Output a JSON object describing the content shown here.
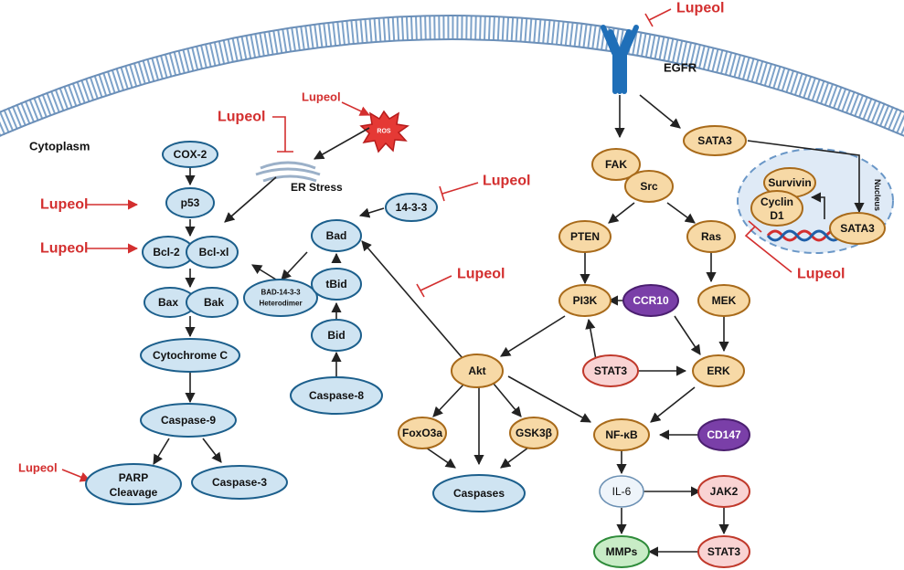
{
  "labels": {
    "cytoplasm": "Cytoplasm",
    "egfr": "EGFR",
    "er_stress": "ER Stress",
    "nucleus": "Nucleus",
    "ros": "ROS"
  },
  "inhibitor": "Lupeol",
  "nodes": {
    "cox2": "COX-2",
    "p53": "p53",
    "bcl2": "Bcl-2",
    "bclxl": "Bcl-xl",
    "bax": "Bax",
    "bak": "Bak",
    "cytochrome_c": "Cytochrome C",
    "caspase9": "Caspase-9",
    "parp_line1": "PARP",
    "parp_line2": "Cleavage",
    "caspase3": "Caspase-3",
    "bad14_line1": "BAD-14-3-3",
    "bad14_line2": "Heterodimer",
    "n1433": "14-3-3",
    "bad": "Bad",
    "tbid": "tBid",
    "bid": "Bid",
    "caspase8": "Caspase-8",
    "akt": "Akt",
    "foxo3a": "FoxO3a",
    "gsk3b": "GSK3β",
    "caspases": "Caspases",
    "fak": "FAK",
    "src": "Src",
    "pten": "PTEN",
    "pi3k": "PI3K",
    "ccr10": "CCR10",
    "stat3_mid": "STAT3",
    "ras": "Ras",
    "mek": "MEK",
    "erk": "ERK",
    "nfkb": "NF-κB",
    "cd147": "CD147",
    "il6": "IL-6",
    "jak2": "JAK2",
    "mmps": "MMPs",
    "stat3_low": "STAT3",
    "sata3_top": "SATA3",
    "sata3_nuc": "SATA3",
    "survivin": "Survivin",
    "cyclin_line1": "Cyclin",
    "cyclin_line2": "D1"
  },
  "colors": {
    "blue_fill": "#cfe4f2",
    "orange_fill": "#f7d9a6",
    "purple_fill": "#7a3fa8",
    "pink_fill": "#f9d3d3",
    "green_fill": "#c8ecc6",
    "inhibitor_red": "#d32f2f"
  }
}
